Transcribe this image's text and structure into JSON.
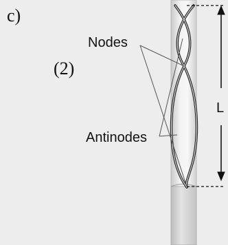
{
  "figure": {
    "panel_label": "c)",
    "case_label": "(2)",
    "callouts": {
      "nodes": "Nodes",
      "antinodes": "Antinodes"
    },
    "dimension_label": "L"
  }
}
